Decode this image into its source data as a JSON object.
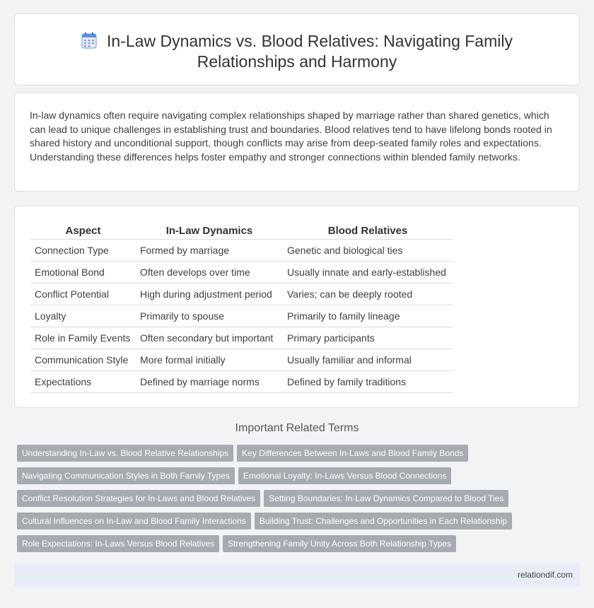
{
  "header": {
    "title_line1": "In-Law Dynamics vs. Blood Relatives: Navigating Family",
    "title_line2": "Relationships and Harmony",
    "icon": "calendar-icon"
  },
  "intro": {
    "text": "In-law dynamics often require navigating complex relationships shaped by marriage rather than shared genetics, which can lead to unique challenges in establishing trust and boundaries. Blood relatives tend to have lifelong bonds rooted in shared history and unconditional support, though conflicts may arise from deep-seated family roles and expectations. Understanding these differences helps foster empathy and stronger connections within blended family networks."
  },
  "table": {
    "headers": [
      "Aspect",
      "In-Law Dynamics",
      "Blood Relatives"
    ],
    "rows": [
      [
        "Connection Type",
        "Formed by marriage",
        "Genetic and biological ties"
      ],
      [
        "Emotional Bond",
        "Often develops over time",
        "Usually innate and early-established"
      ],
      [
        "Conflict Potential",
        "High during adjustment period",
        "Varies; can be deeply rooted"
      ],
      [
        "Loyalty",
        "Primarily to spouse",
        "Primarily to family lineage"
      ],
      [
        "Role in Family Events",
        "Often secondary but important",
        "Primary participants"
      ],
      [
        "Communication Style",
        "More formal initially",
        "Usually familiar and informal"
      ],
      [
        "Expectations",
        "Defined by marriage norms",
        "Defined by family traditions"
      ]
    ]
  },
  "related": {
    "title": "Important Related Terms",
    "rows": [
      [
        "Understanding In-Law vs. Blood Relative Relationships",
        "Key Differences Between In-Laws and Blood Family Bonds"
      ],
      [
        "Navigating Communication Styles in Both Family Types",
        "Emotional Loyalty: In-Laws Versus Blood Connections"
      ],
      [
        "Conflict Resolution Strategies for In-Laws and Blood Relatives",
        "Setting Boundaries: In-Law Dynamics Compared to Blood Ties"
      ],
      [
        "Cultural Influences on In-Law and Blood Family Interactions",
        "Building Trust: Challenges and Opportunities in Each Relationship"
      ],
      [
        "Role Expectations: In-Laws Versus Blood Relatives",
        "Strengthening Family Unity Across Both Relationship Types"
      ]
    ]
  },
  "footer": {
    "site": "relationdif.com"
  },
  "colors": {
    "tag_bg": "#a6abb1",
    "footer_bg": "#e8edf5",
    "icon_blue": "#5b8def"
  }
}
